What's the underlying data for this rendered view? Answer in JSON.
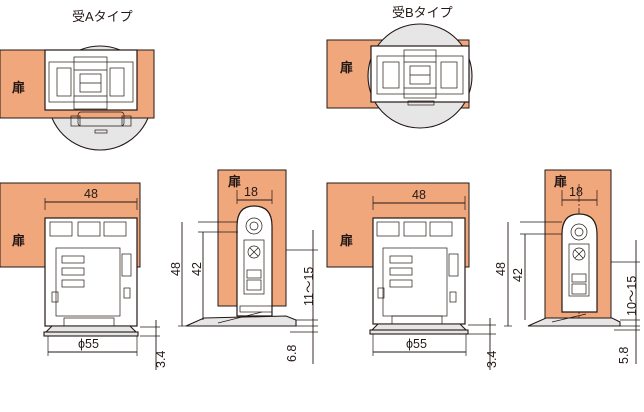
{
  "type_a": {
    "title": "受Aタイプ",
    "door_label": "扉",
    "front_width": "48",
    "base_diameter": "ϕ55",
    "base_height": "3.4",
    "side_width": "18",
    "side_height_48": "48",
    "side_height_42": "42",
    "gap_range": "11〜15",
    "receiver_height": "6.8"
  },
  "type_b": {
    "title": "受Bタイプ",
    "door_label": "扉",
    "front_width": "48",
    "base_diameter": "ϕ55",
    "base_height": "3.4",
    "side_width": "18",
    "side_height_48": "48",
    "side_height_42": "42",
    "gap_range": "10〜15",
    "receiver_height": "5.8"
  },
  "colors": {
    "door": "#f0a77c",
    "line": "#231815",
    "part": "#ffffff",
    "base": "#e6e6e6"
  }
}
